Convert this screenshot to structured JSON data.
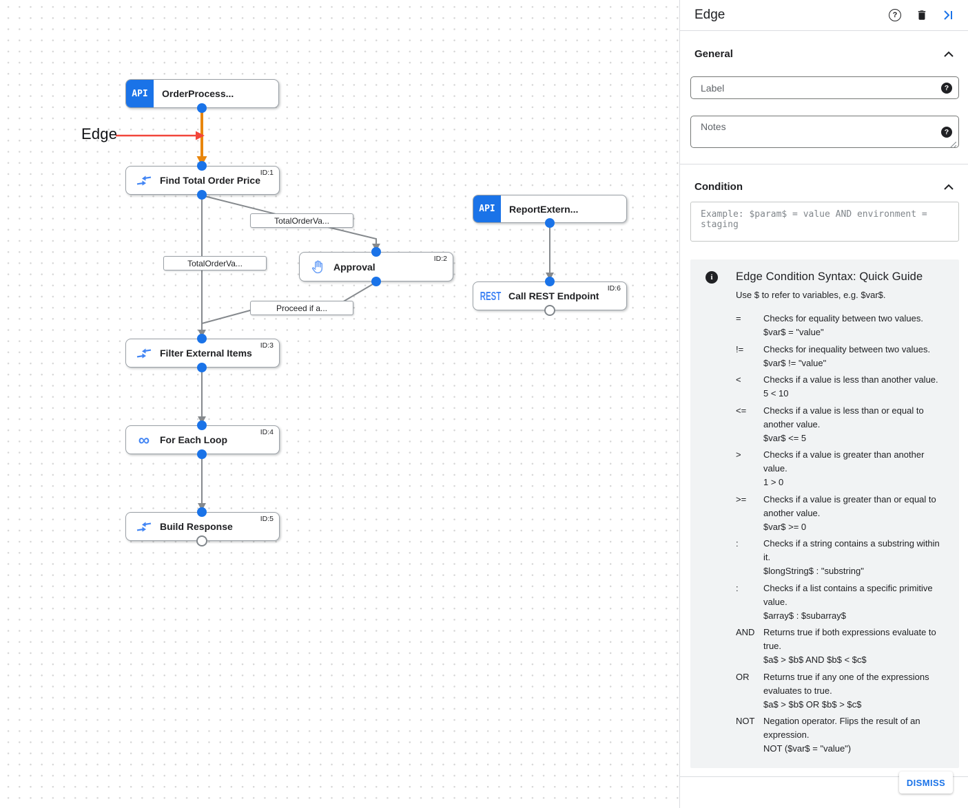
{
  "canvas": {
    "annotation": "Edge",
    "badges": {
      "api": "API",
      "rest": "REST"
    },
    "nodes": [
      {
        "title": "OrderProcess...",
        "id_label": "",
        "icon": "api-trigger"
      },
      {
        "title": "Find Total Order Price",
        "id_label": "ID:1",
        "icon": "data-mapping"
      },
      {
        "title": "Approval",
        "id_label": "ID:2",
        "icon": "approval-hand"
      },
      {
        "title": "ReportExtern...",
        "id_label": "",
        "icon": "api-trigger"
      },
      {
        "title": "Call REST Endpoint",
        "id_label": "ID:6",
        "icon": "rest"
      },
      {
        "title": "Filter External Items",
        "id_label": "ID:3",
        "icon": "data-mapping"
      },
      {
        "title": "For Each Loop",
        "id_label": "ID:4",
        "icon": "for-each-loop"
      },
      {
        "title": "Build Response",
        "id_label": "ID:5",
        "icon": "data-mapping"
      }
    ],
    "edge_labels": [
      "TotalOrderVa...",
      "TotalOrderVa...",
      "Proceed if a..."
    ]
  },
  "panel": {
    "title": "Edge",
    "general": {
      "title": "General",
      "label_placeholder": "Label",
      "notes_placeholder": "Notes"
    },
    "condition": {
      "title": "Condition",
      "placeholder": "Example: $param$ = value AND environment = staging"
    },
    "guide": {
      "title": "Edge Condition Syntax: Quick Guide",
      "intro": "Use $ to refer to variables, e.g. $var$.",
      "rows": [
        {
          "op": "=",
          "desc": "Checks for equality between two values.",
          "example": "$var$ = \"value\""
        },
        {
          "op": "!=",
          "desc": "Checks for inequality between two values.",
          "example": "$var$ != \"value\""
        },
        {
          "op": "<",
          "desc": "Checks if a value is less than another value.",
          "example": "5 < 10"
        },
        {
          "op": "<=",
          "desc": "Checks if a value is less than or equal to another value.",
          "example": "$var$ <= 5"
        },
        {
          "op": ">",
          "desc": "Checks if a value is greater than another value.",
          "example": "1 > 0"
        },
        {
          "op": ">=",
          "desc": "Checks if a value is greater than or equal to another value.",
          "example": "$var$ >= 0"
        },
        {
          "op": ":",
          "desc": "Checks if a string contains a substring within it.",
          "example": "$longString$ : \"substring\""
        },
        {
          "op": ":",
          "desc": "Checks if a list contains a specific primitive value.",
          "example": "$array$ : $subarray$"
        },
        {
          "op": "AND",
          "desc": "Returns true if both expressions evaluate to true.",
          "example": "$a$ > $b$ AND $b$ < $c$"
        },
        {
          "op": "OR",
          "desc": "Returns true if any one of the expressions evaluates to true.",
          "example": "$a$ > $b$ OR $b$ > $c$"
        },
        {
          "op": "NOT",
          "desc": "Negation operator. Flips the result of an expression.",
          "example": "NOT ($var$ = \"value\")"
        }
      ]
    },
    "dismiss_label": "DISMISS"
  },
  "colors": {
    "accent_blue": "#1a73e8",
    "icon_blue": "#4285f4",
    "edge_gray": "#85898d",
    "selected_edge_orange": "#e8860d",
    "annotation_red": "#f2463a",
    "guide_background": "#f1f3f4"
  }
}
